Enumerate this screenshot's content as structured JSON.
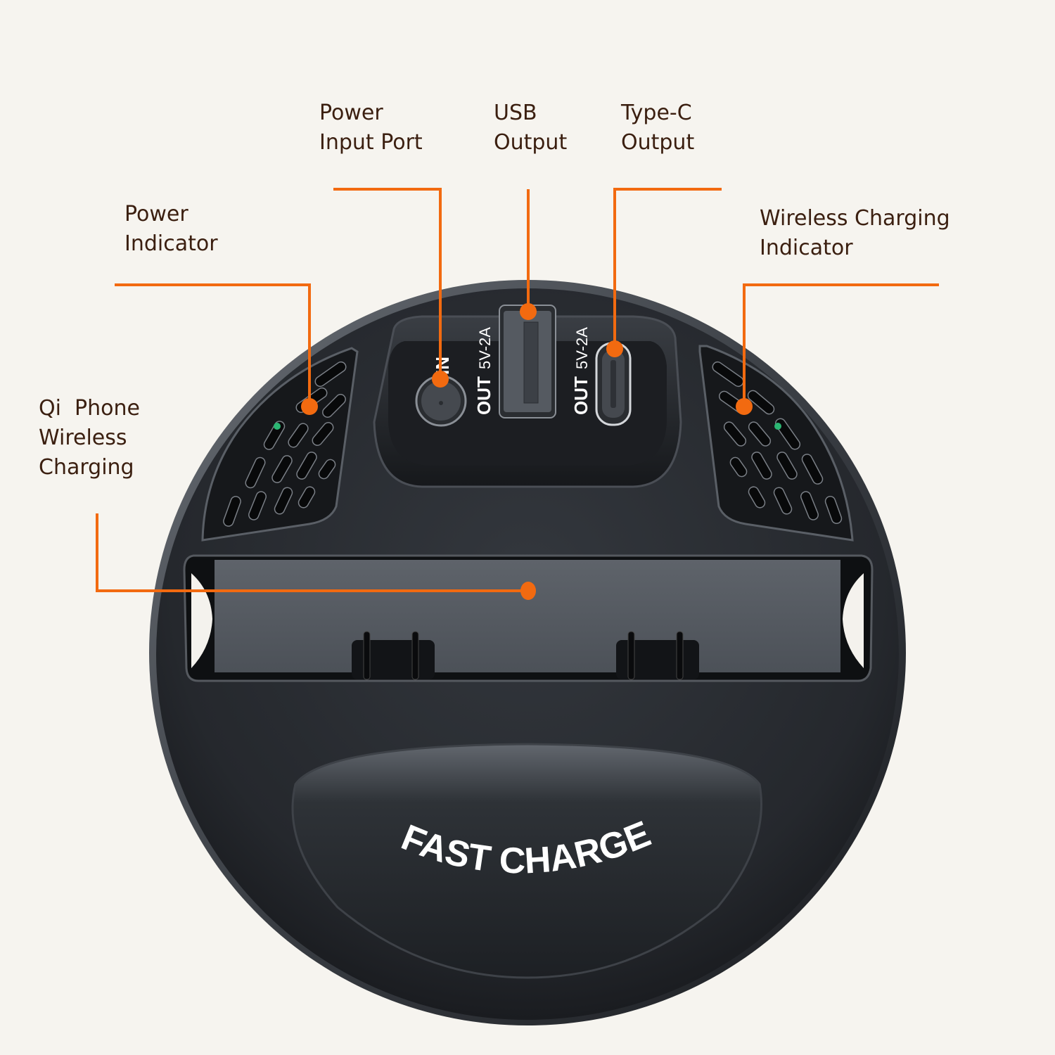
{
  "colors": {
    "background": "#f6f4ef",
    "label_text": "#3b1f10",
    "callout": "#f26a10",
    "device_body": "#2b2e33",
    "device_dark": "#1b1d21",
    "device_panel": "#545960",
    "indicator_green": "#2bb673"
  },
  "callouts": [
    {
      "id": "power-input-port",
      "lines": [
        "Power",
        "Input Port"
      ]
    },
    {
      "id": "usb-output",
      "lines": [
        "USB",
        "Output"
      ]
    },
    {
      "id": "type-c-output",
      "lines": [
        "Type-C",
        "Output"
      ]
    },
    {
      "id": "power-indicator",
      "lines": [
        "Power",
        "Indicator"
      ]
    },
    {
      "id": "wireless-charging-indicator",
      "lines": [
        "Wireless Charging",
        "Indicator"
      ]
    },
    {
      "id": "qi-phone-wireless-charging",
      "lines": [
        "Qi  Phone",
        "Wireless",
        "Charging"
      ]
    }
  ],
  "device": {
    "port_in_label": "IN",
    "usb_port_label_bold": "OUT",
    "usb_port_label_spec": "5V-2A",
    "typec_port_label_bold": "OUT",
    "typec_port_label_spec": "5V-2A",
    "brand_text": "FAST CHARGE"
  }
}
